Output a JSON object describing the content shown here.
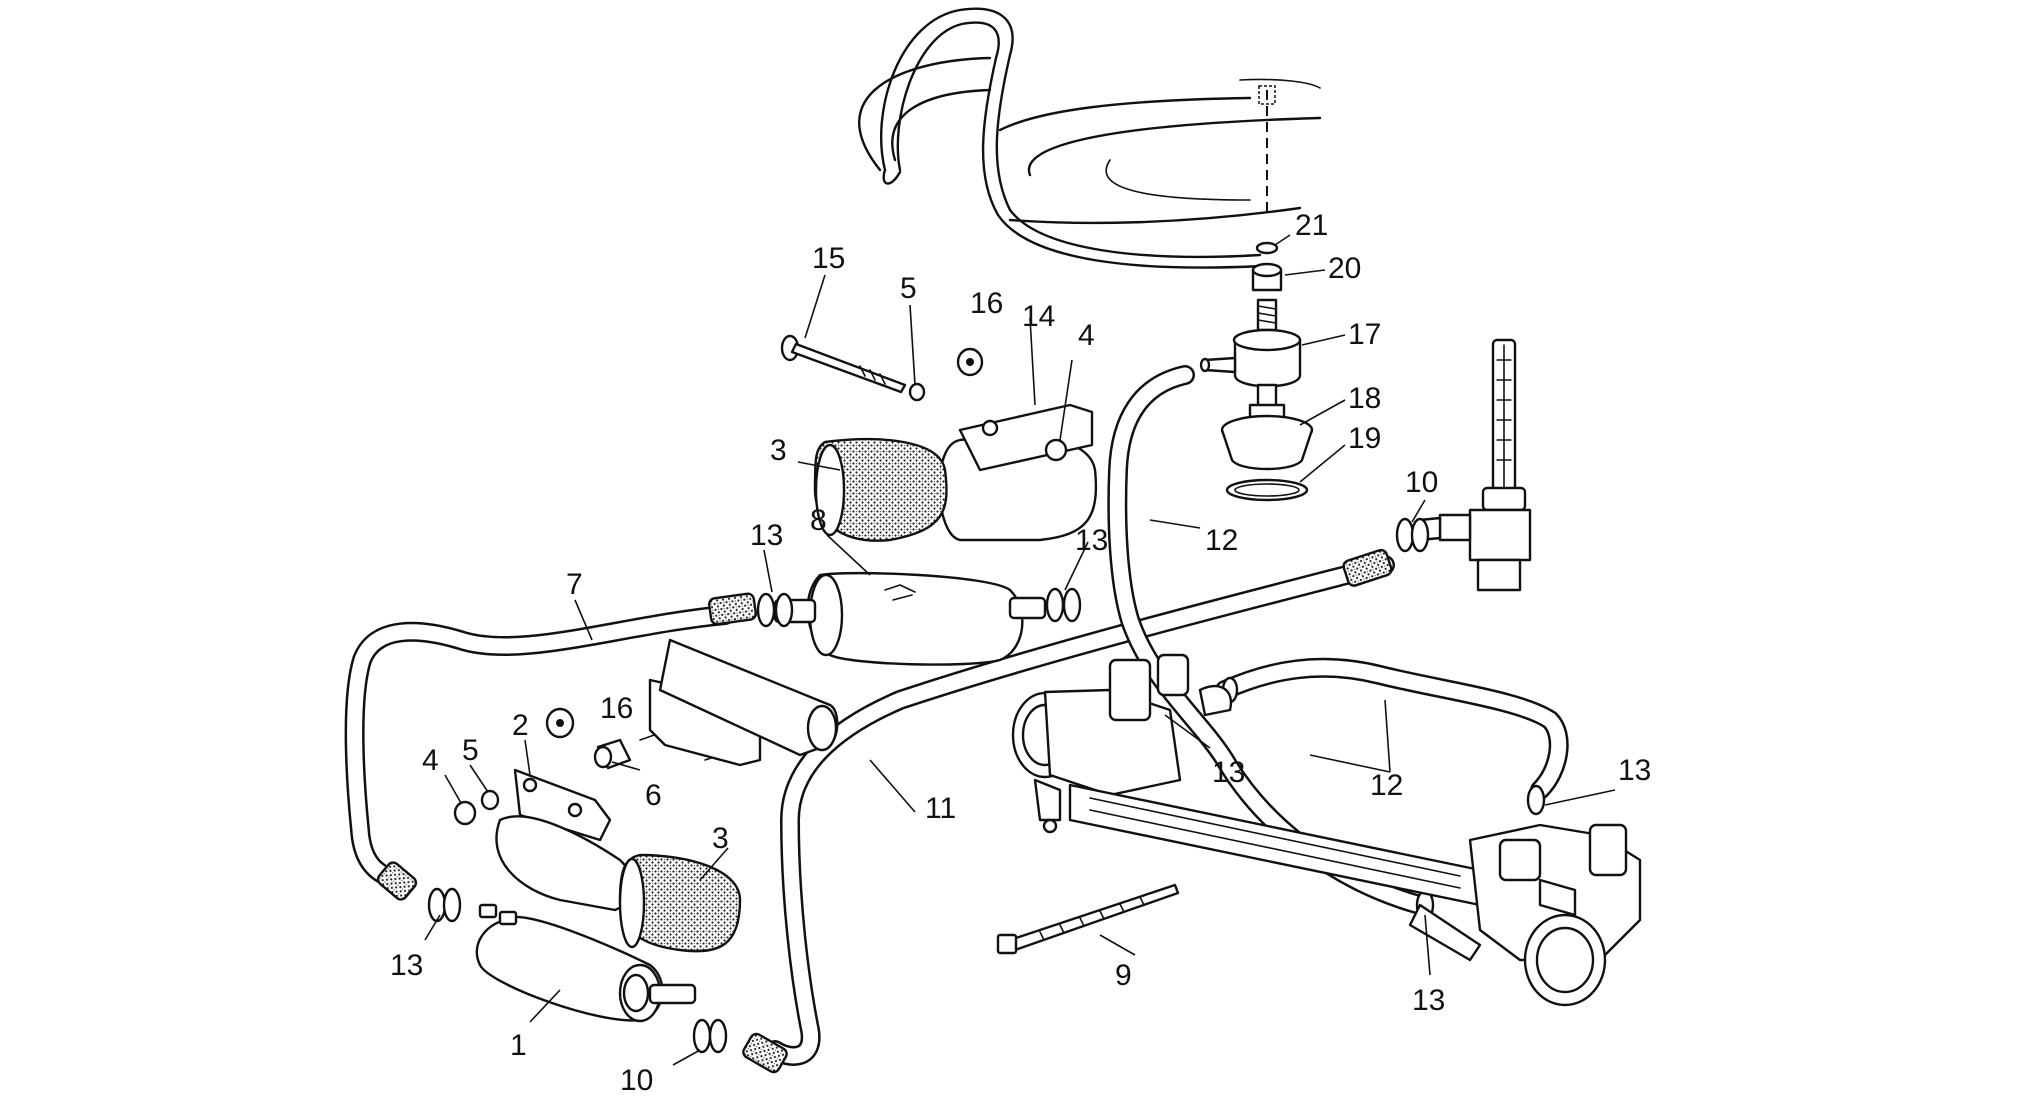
{
  "diagram": {
    "callouts": [
      {
        "id": "c1",
        "text": "1"
      },
      {
        "id": "c2",
        "text": "2"
      },
      {
        "id": "c3a",
        "text": "3"
      },
      {
        "id": "c3b",
        "text": "3"
      },
      {
        "id": "c4a",
        "text": "4"
      },
      {
        "id": "c4b",
        "text": "4"
      },
      {
        "id": "c5a",
        "text": "5"
      },
      {
        "id": "c5b",
        "text": "5"
      },
      {
        "id": "c6",
        "text": "6"
      },
      {
        "id": "c7",
        "text": "7"
      },
      {
        "id": "c8",
        "text": "8"
      },
      {
        "id": "c9",
        "text": "9"
      },
      {
        "id": "c10a",
        "text": "10"
      },
      {
        "id": "c10b",
        "text": "10"
      },
      {
        "id": "c11",
        "text": "11"
      },
      {
        "id": "c12a",
        "text": "12"
      },
      {
        "id": "c12b",
        "text": "12"
      },
      {
        "id": "c13a",
        "text": "13"
      },
      {
        "id": "c13b",
        "text": "13"
      },
      {
        "id": "c13c",
        "text": "13"
      },
      {
        "id": "c13d",
        "text": "13"
      },
      {
        "id": "c13e",
        "text": "13"
      },
      {
        "id": "c13f",
        "text": "13"
      },
      {
        "id": "c14",
        "text": "14"
      },
      {
        "id": "c15",
        "text": "15"
      },
      {
        "id": "c16a",
        "text": "16"
      },
      {
        "id": "c16b",
        "text": "16"
      },
      {
        "id": "c17",
        "text": "17"
      },
      {
        "id": "c18",
        "text": "18"
      },
      {
        "id": "c19",
        "text": "19"
      },
      {
        "id": "c20",
        "text": "20"
      },
      {
        "id": "c21",
        "text": "21"
      }
    ]
  }
}
